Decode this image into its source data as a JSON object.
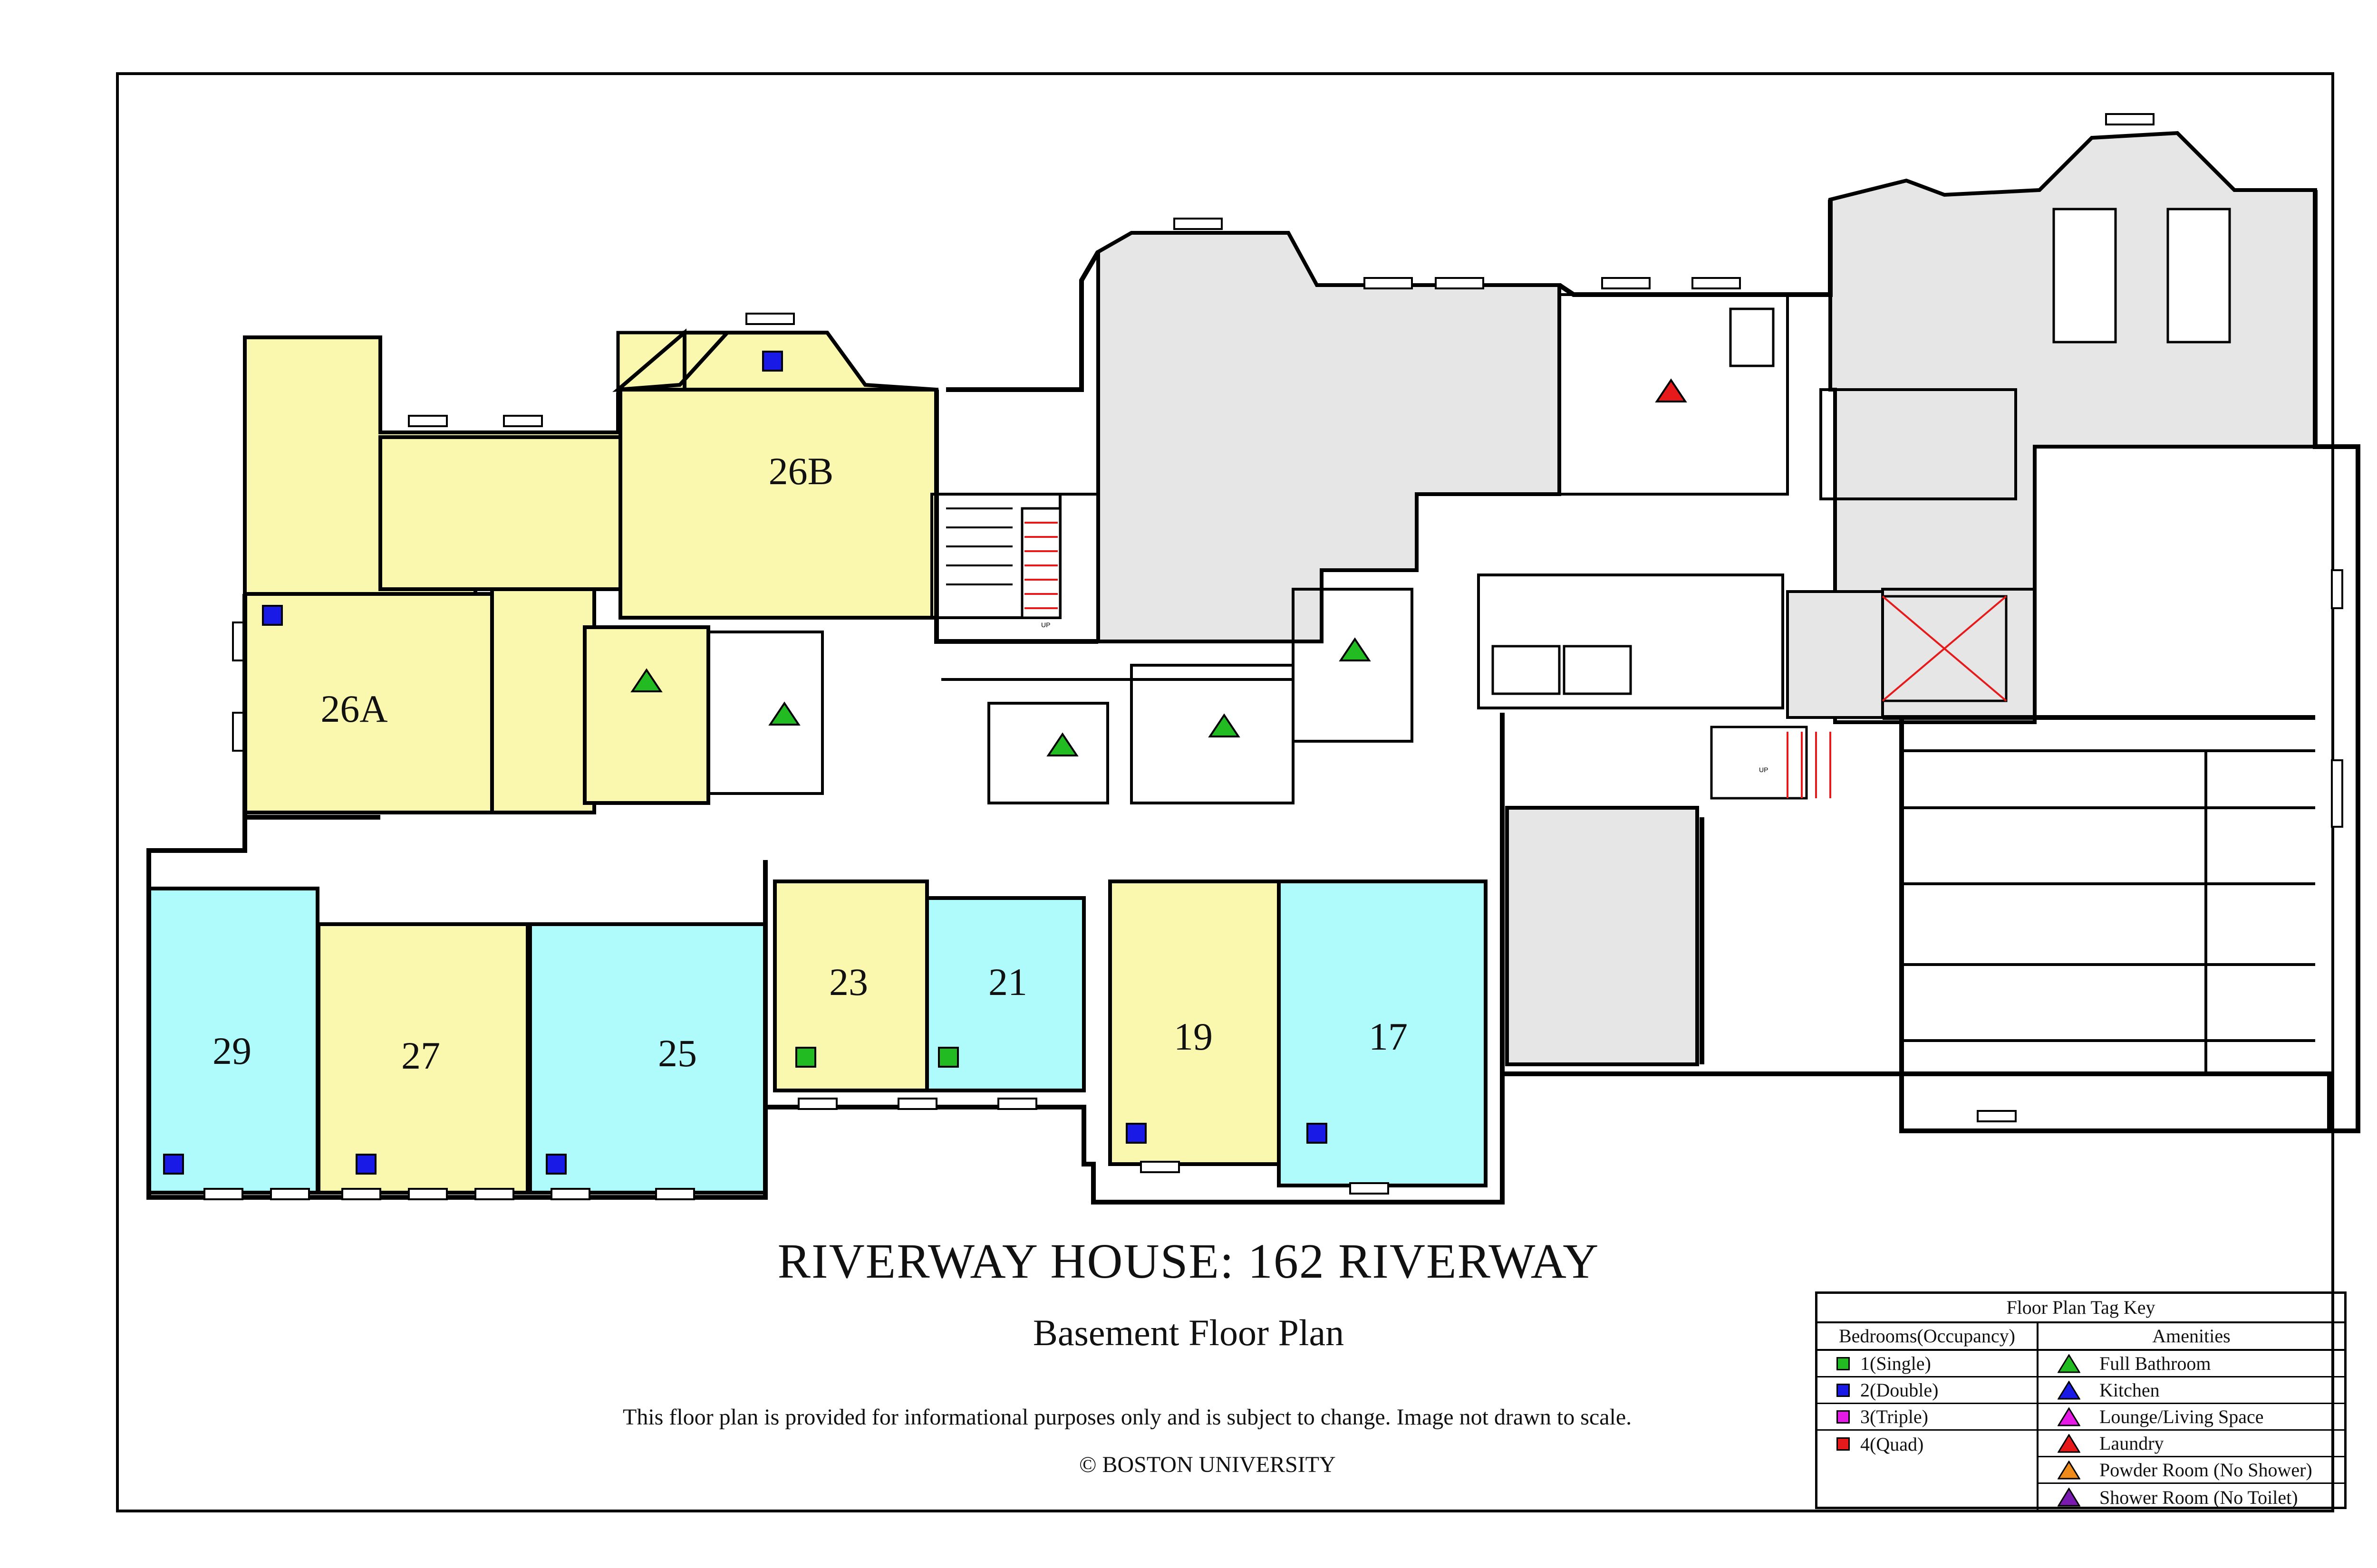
{
  "title": "RIVERWAY HOUSE: 162 RIVERWAY",
  "subtitle": "Basement Floor Plan",
  "disclaimer": "This floor plan is provided for informational purposes only and is subject to change. Image not drawn to scale.",
  "copyright": "© BOSTON UNIVERSITY",
  "rooms": {
    "r26a": "26A",
    "r26b": "26B",
    "r29": "29",
    "r27": "27",
    "r25": "25",
    "r23": "23",
    "r21": "21",
    "r19": "19",
    "r17": "17"
  },
  "colors": {
    "single_double_yellow": "#FAF7AE",
    "cyan": "#AFFAFA",
    "gray": "#E6E6E6",
    "single": "#22BB22",
    "double": "#1A1AE6",
    "triple": "#E61AE6",
    "quad": "#E61A1A",
    "bath": "#22BB22",
    "laundry": "#E61A1A"
  },
  "key": {
    "title": "Floor Plan Tag Key",
    "bedrooms_header": "Bedrooms(Occupancy)",
    "amenities_header": "Amenities",
    "bedrooms": [
      {
        "label": "1(Single)",
        "color": "#22BB22"
      },
      {
        "label": "2(Double)",
        "color": "#1A1AE6"
      },
      {
        "label": "3(Triple)",
        "color": "#E61AE6"
      },
      {
        "label": "4(Quad)",
        "color": "#E61A1A"
      }
    ],
    "amenities": [
      {
        "label": "Full Bathroom",
        "color": "#22BB22"
      },
      {
        "label": "Kitchen",
        "color": "#1A1AE6"
      },
      {
        "label": "Lounge/Living Space",
        "color": "#E61AE6"
      },
      {
        "label": "Laundry",
        "color": "#E61A1A"
      },
      {
        "label": "Powder Room (No Shower)",
        "color": "#F08A1A"
      },
      {
        "label": "Shower Room (No Toilet)",
        "color": "#7A1AB0"
      }
    ]
  },
  "stair_labels": {
    "up1": "UP",
    "up2": "UP"
  }
}
